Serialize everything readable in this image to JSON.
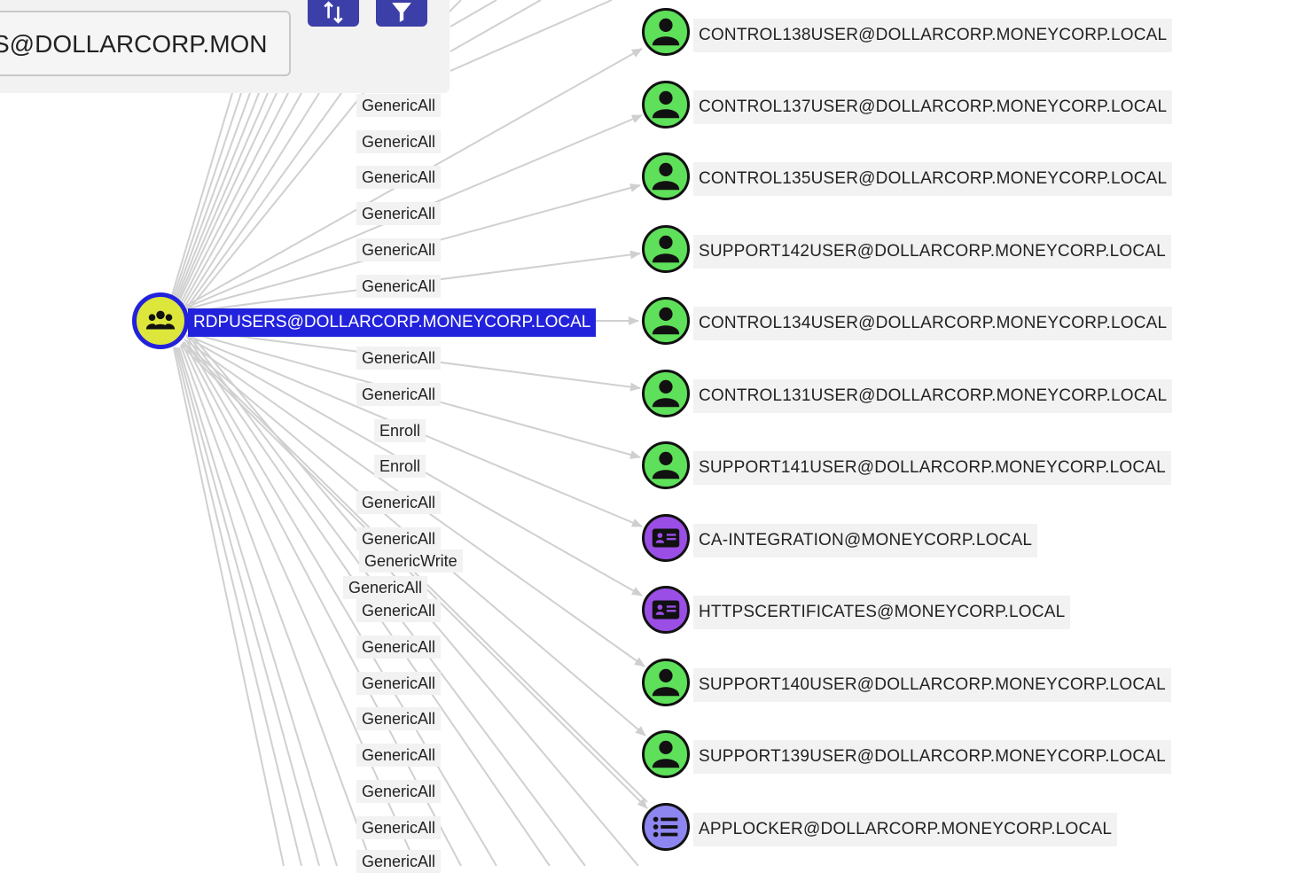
{
  "search": {
    "value": "S@DOLLARCORP.MON"
  },
  "toolbar": {
    "path_icon": "sort-arrows-icon",
    "filter_icon": "filter-icon"
  },
  "colors": {
    "user_node": "#5fe05a",
    "group_node": "#dde63a",
    "group_highlight": "#2222dd",
    "cert_node": "#9a4ee6",
    "ou_node": "#8e86f0",
    "toolbar_button": "#3c3fa8",
    "edge": "#d0d0d0"
  },
  "source_node": {
    "label": "RDPUSERS@DOLLARCORP.MONEYCORP.LOCAL",
    "icon": "group-icon"
  },
  "target_nodes": [
    {
      "label": "CONTROL138USER@DOLLARCORP.MONEYCORP.LOCAL",
      "icon": "user-icon"
    },
    {
      "label": "CONTROL137USER@DOLLARCORP.MONEYCORP.LOCAL",
      "icon": "user-icon"
    },
    {
      "label": "CONTROL135USER@DOLLARCORP.MONEYCORP.LOCAL",
      "icon": "user-icon"
    },
    {
      "label": "SUPPORT142USER@DOLLARCORP.MONEYCORP.LOCAL",
      "icon": "user-icon"
    },
    {
      "label": "CONTROL134USER@DOLLARCORP.MONEYCORP.LOCAL",
      "icon": "user-icon"
    },
    {
      "label": "CONTROL131USER@DOLLARCORP.MONEYCORP.LOCAL",
      "icon": "user-icon"
    },
    {
      "label": "SUPPORT141USER@DOLLARCORP.MONEYCORP.LOCAL",
      "icon": "user-icon"
    },
    {
      "label": "CA-INTEGRATION@MONEYCORP.LOCAL",
      "icon": "certificate-template-icon"
    },
    {
      "label": "HTTPSCERTIFICATES@MONEYCORP.LOCAL",
      "icon": "certificate-template-icon"
    },
    {
      "label": "SUPPORT140USER@DOLLARCORP.MONEYCORP.LOCAL",
      "icon": "user-icon"
    },
    {
      "label": "SUPPORT139USER@DOLLARCORP.MONEYCORP.LOCAL",
      "icon": "user-icon"
    },
    {
      "label": "APPLOCKER@DOLLARCORP.MONEYCORP.LOCAL",
      "icon": "ou-list-icon"
    }
  ],
  "edge_labels": [
    "GenericAll",
    "GenericAll",
    "GenericAll",
    "GenericAll",
    "GenericAll",
    "GenericAll",
    "GenericAll",
    "GenericAll",
    "Enroll",
    "Enroll",
    "GenericAll",
    "GenericAll",
    "GenericWrite",
    "GenericAll",
    "GenericAll",
    "GenericAll",
    "GenericAll",
    "GenericAll",
    "GenericAll",
    "GenericAll",
    "GenericAll",
    "GenericAll"
  ]
}
